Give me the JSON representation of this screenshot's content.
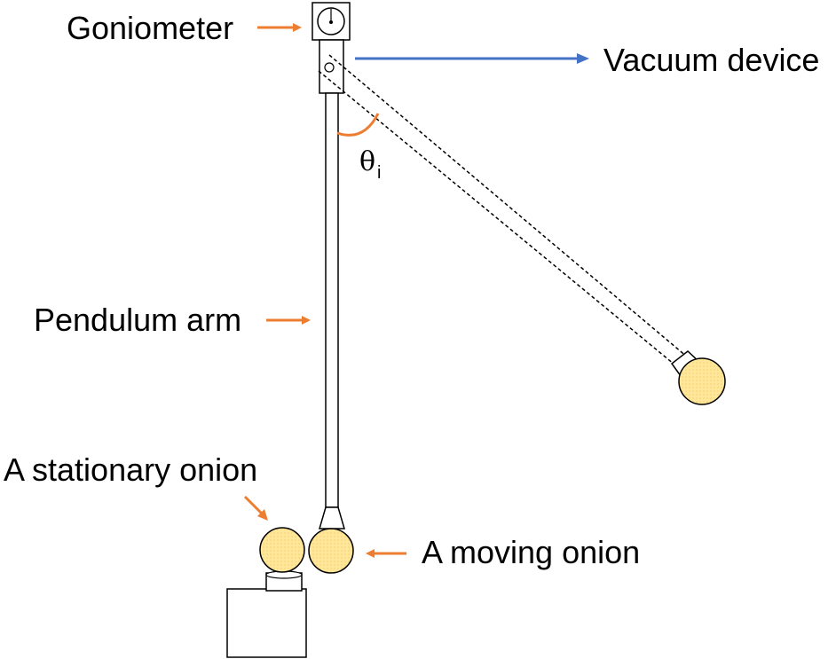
{
  "labels": {
    "goniometer": "Goniometer",
    "vacuum_device": "Vacuum device",
    "pendulum_arm": "Pendulum arm",
    "stationary_onion": "A stationary onion",
    "moving_onion": "A moving onion",
    "angle_symbol": "θ",
    "angle_subscript": "i"
  },
  "colors": {
    "orange_arrow": "#ED7D31",
    "blue_arrow": "#4472C4",
    "onion_fill": "#FFE699",
    "onion_stroke": "#000000",
    "line": "#000000"
  }
}
